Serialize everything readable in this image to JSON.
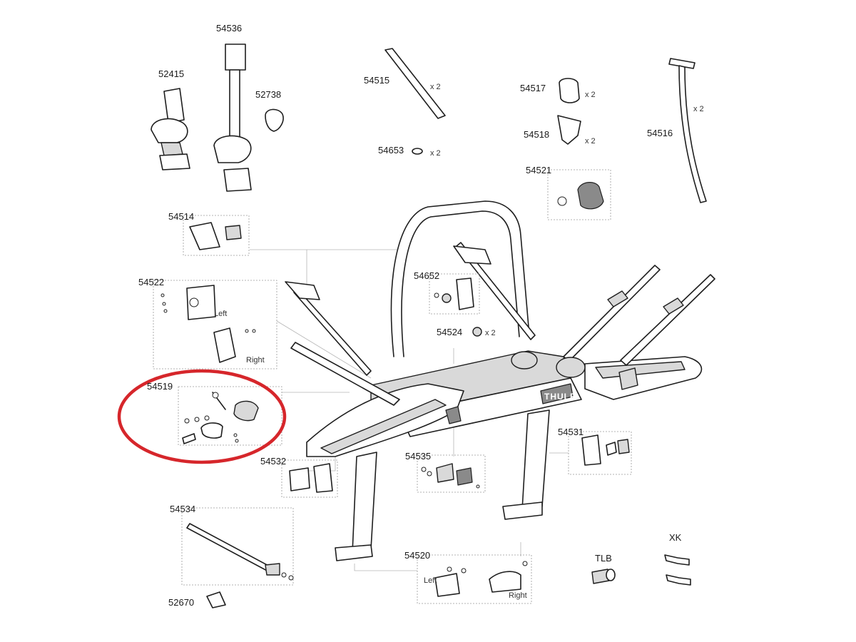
{
  "brand": "THULE",
  "highlight_color": "#d6262b",
  "parts": [
    {
      "id": "52415",
      "qty": ""
    },
    {
      "id": "54536",
      "qty": ""
    },
    {
      "id": "52738",
      "qty": ""
    },
    {
      "id": "54515",
      "qty": "x 2"
    },
    {
      "id": "54653",
      "qty": "x 2"
    },
    {
      "id": "54517",
      "qty": "x 2"
    },
    {
      "id": "54518",
      "qty": "x 2"
    },
    {
      "id": "54516",
      "qty": "x 2"
    },
    {
      "id": "54521",
      "qty": ""
    },
    {
      "id": "54514",
      "qty": ""
    },
    {
      "id": "54522",
      "qty": "",
      "sides": [
        "Left",
        "Right"
      ]
    },
    {
      "id": "54652",
      "qty": ""
    },
    {
      "id": "54524",
      "qty": "x 2"
    },
    {
      "id": "54519",
      "qty": "",
      "highlighted": true
    },
    {
      "id": "54531",
      "qty": ""
    },
    {
      "id": "54532",
      "qty": ""
    },
    {
      "id": "54535",
      "qty": ""
    },
    {
      "id": "54534",
      "qty": ""
    },
    {
      "id": "54520",
      "qty": "",
      "sides": [
        "Left",
        "Right"
      ]
    },
    {
      "id": "52670",
      "qty": ""
    },
    {
      "id": "TLB",
      "qty": ""
    },
    {
      "id": "XK",
      "qty": ""
    }
  ]
}
